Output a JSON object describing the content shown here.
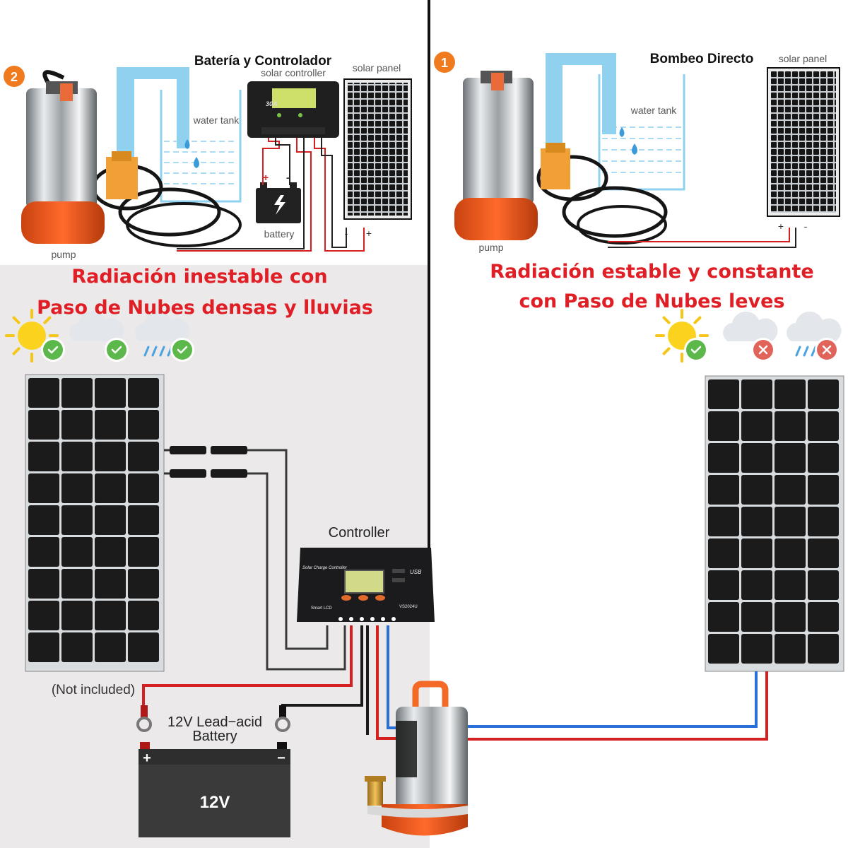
{
  "left_top": {
    "badge": "2",
    "title": "Batería y Controlador",
    "controller_label": "solar controller",
    "panel_label": "solar panel",
    "tank_label": "water tank",
    "battery_label": "battery",
    "pump_label": "pump",
    "controller_model": "30A",
    "plus": "+",
    "minus": "-"
  },
  "right_top": {
    "badge": "1",
    "title": "Bombeo Directo",
    "panel_label": "solar panel",
    "tank_label": "water tank",
    "pump_label": "pump",
    "plus": "+",
    "minus": "-"
  },
  "left_heading": {
    "line1": "Radiación inestable con",
    "line2": "Paso de Nubes densas y lluvias"
  },
  "right_heading": {
    "line1": "Radiación estable y constante",
    "line2": "con Paso de Nubes leves"
  },
  "left_weather": [
    {
      "icon": "sun-icon",
      "status": "check"
    },
    {
      "icon": "cloud-icon",
      "status": "check"
    },
    {
      "icon": "rain-cloud-icon",
      "status": "check"
    }
  ],
  "right_weather": [
    {
      "icon": "sun-icon",
      "status": "check"
    },
    {
      "icon": "cloud-icon",
      "status": "cross"
    },
    {
      "icon": "rain-cloud-icon",
      "status": "cross"
    }
  ],
  "bottom_left": {
    "controller_title": "Controller",
    "controller_brand": "Solar Charge Controller",
    "controller_lcd": "Smart LCD",
    "controller_model": "VS2024U",
    "usb_label": "USB",
    "not_included": "(Not included)",
    "battery_caption_1": "12V Lead−acid",
    "battery_caption_2": "Battery",
    "battery_face": "12V",
    "plus": "+",
    "minus": "−"
  },
  "colors": {
    "heading_red": "#e01e25",
    "wire_red": "#d42020",
    "wire_blue": "#2a6fd8",
    "check_green": "#5cb84a",
    "cross_red": "#e0645a",
    "badge_orange": "#f07a1e",
    "water_blue": "#8fd1ef"
  }
}
